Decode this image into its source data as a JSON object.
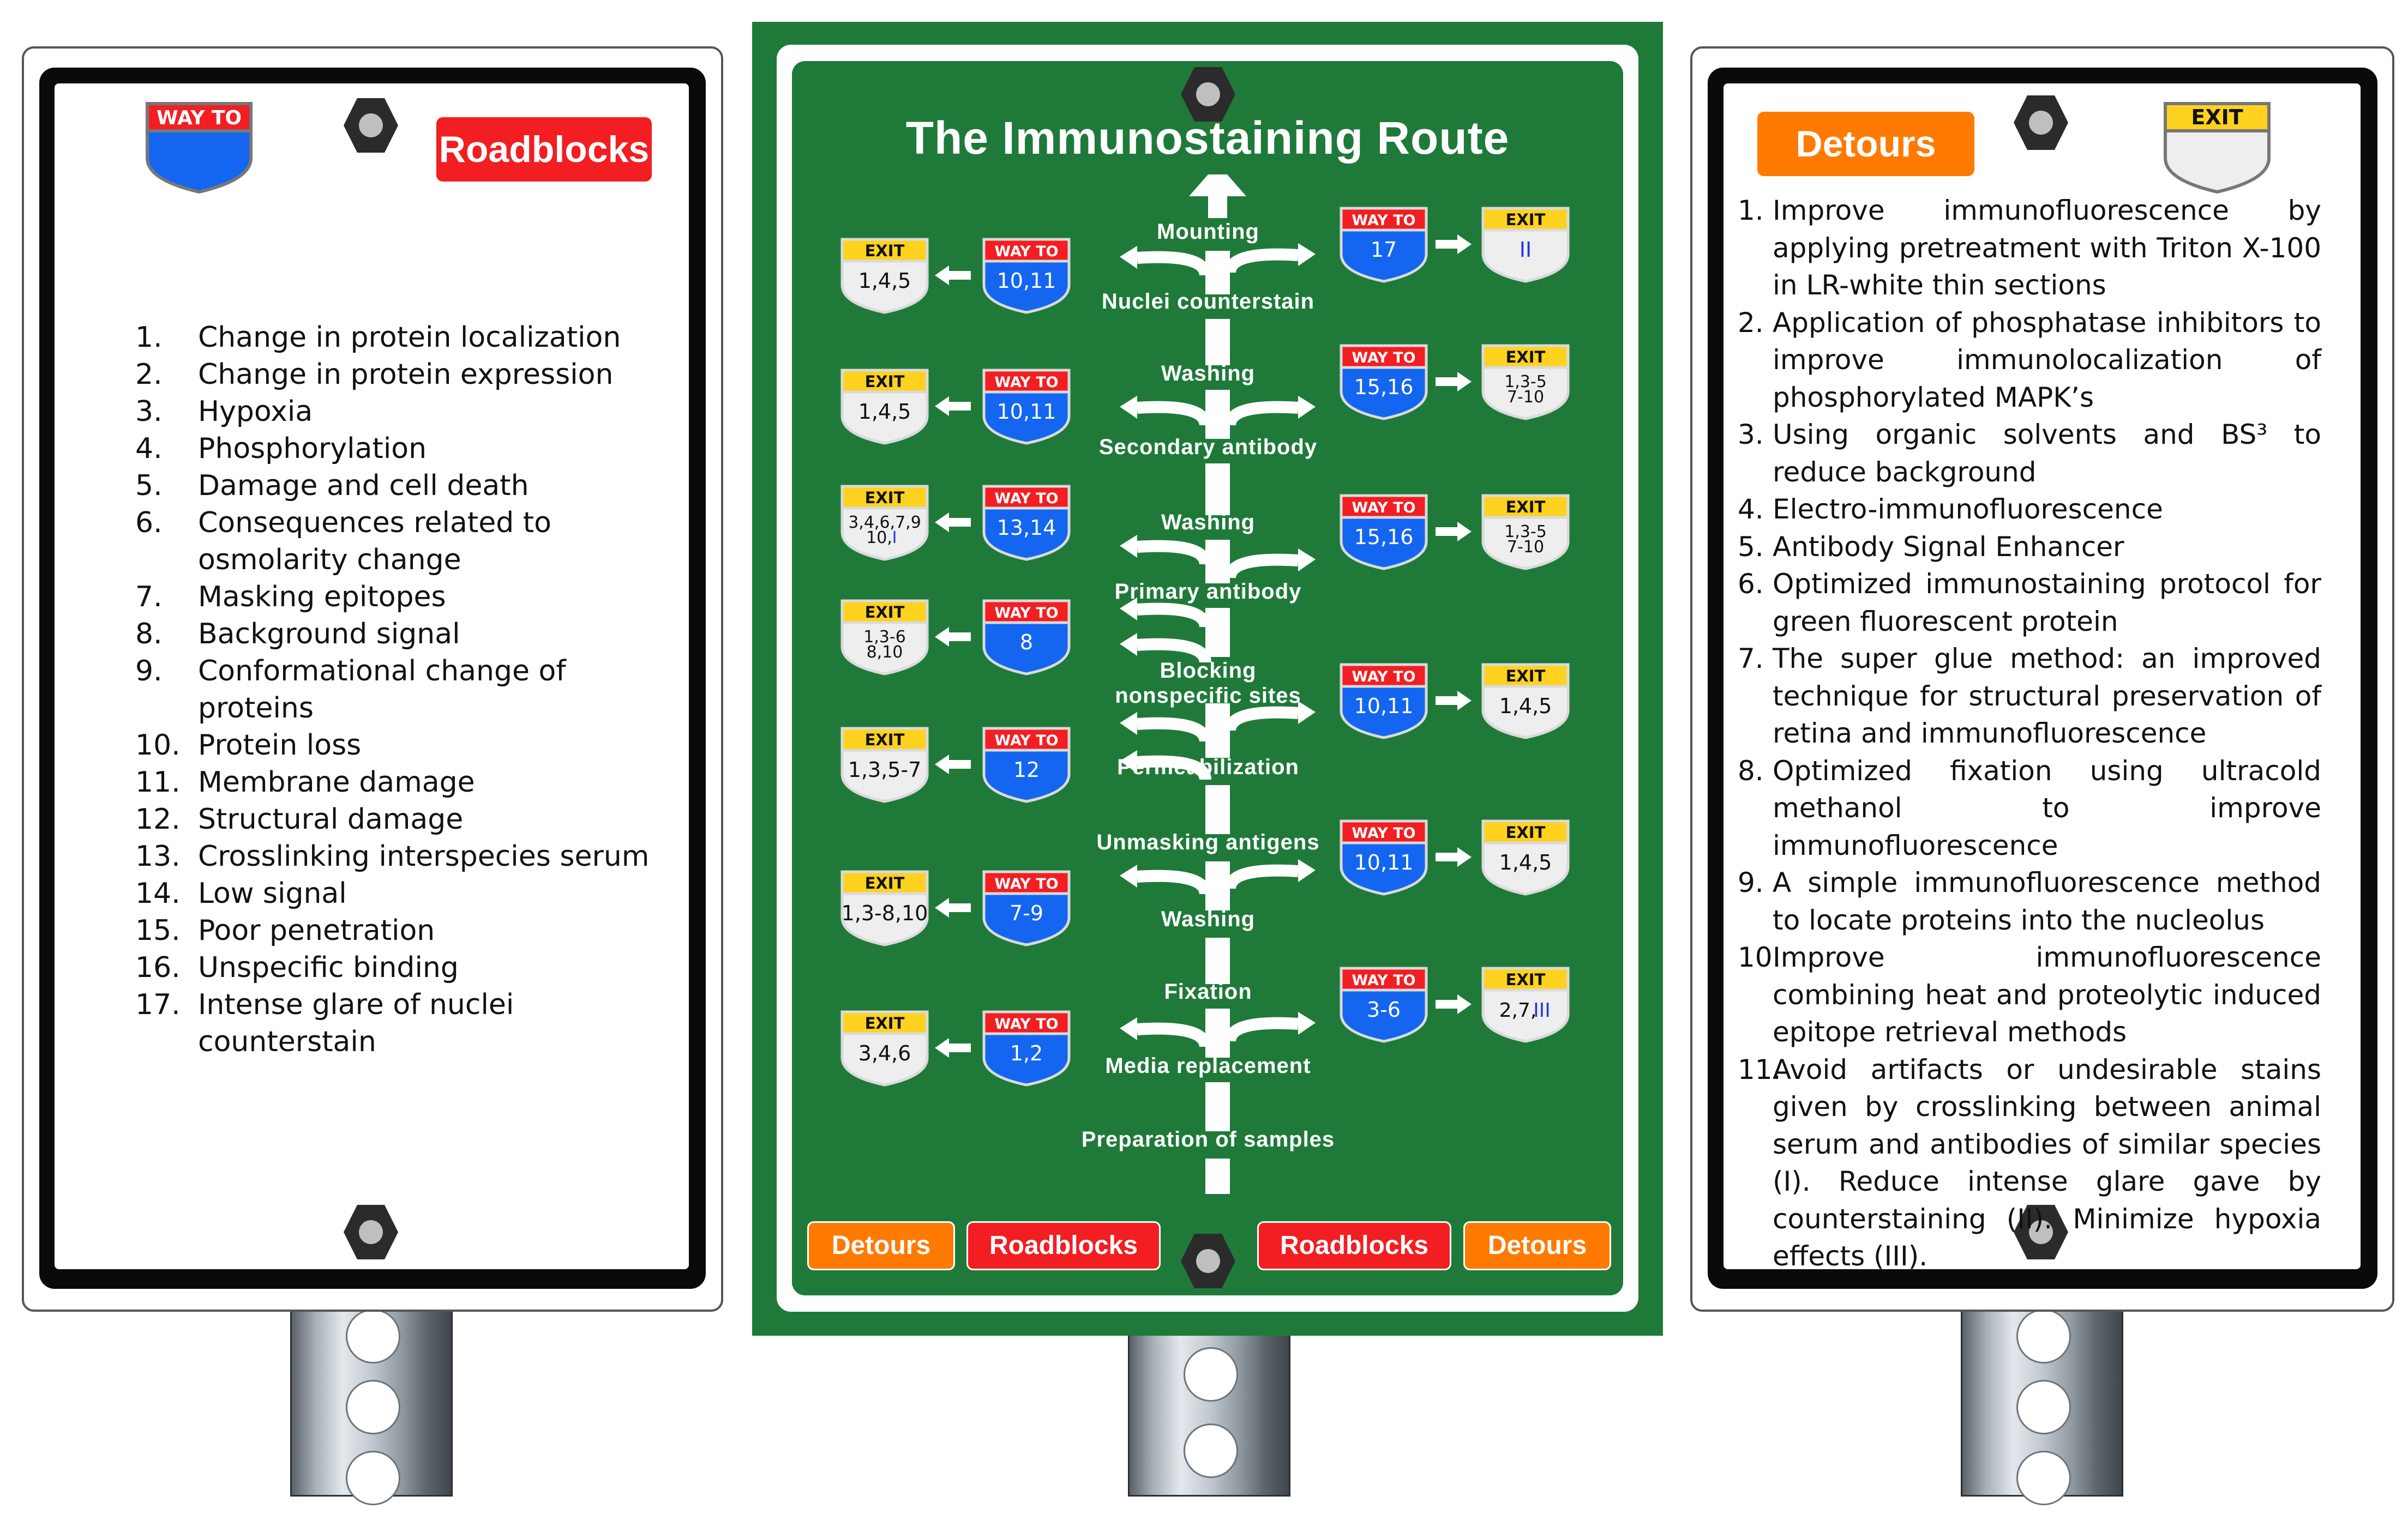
{
  "center": {
    "title": "The Immunostaining Route",
    "steps": [
      "Mounting",
      "Nuclei counterstain",
      "Washing",
      "Secondary antibody",
      "Washing",
      "Primary antibody",
      "Blocking nonspecific sites",
      "Permeabilization",
      "Unmasking antigens",
      "Washing",
      "Fixation",
      "Media replacement",
      "Preparation of samples"
    ],
    "left_signs": [
      {
        "way": "10,11",
        "exit": "1,4,5"
      },
      {
        "way": "10,11",
        "exit": "1,4,5"
      },
      {
        "way": "13,14",
        "exit_line1": "3,4,6,7,9",
        "exit_line2": "10,",
        "exit_roman": "I"
      },
      {
        "way": "8",
        "exit_line1": "1,3-6",
        "exit_line2": "8,10"
      },
      {
        "way": "12",
        "exit": "1,3,5-7"
      },
      {
        "way": "7-9",
        "exit": "1,3-8,10"
      },
      {
        "way": "1,2",
        "exit": "3,4,6"
      }
    ],
    "right_signs": [
      {
        "way": "17",
        "exit_roman": "II"
      },
      {
        "way": "15,16",
        "exit_line1": "1,3-5",
        "exit_line2": "7-10"
      },
      {
        "way": "15,16",
        "exit_line1": "1,3-5",
        "exit_line2": "7-10"
      },
      {
        "way": "10,11",
        "exit": "1,4,5"
      },
      {
        "way": "10,11",
        "exit": "1,4,5"
      },
      {
        "way": "3-6",
        "exit": "2,7,",
        "exit_roman": "III"
      }
    ],
    "shield_top": "WAY TO",
    "exit_top": "EXIT",
    "buttons": [
      "Detours",
      "Roadblocks",
      "Roadblocks",
      "Detours"
    ]
  },
  "left_panel": {
    "shield_label": "WAY TO",
    "header": "Roadblocks",
    "items": [
      {
        "num": "1.",
        "text": "Change in protein localization"
      },
      {
        "num": "2.",
        "text": "Change in protein expression"
      },
      {
        "num": "3.",
        "text": "Hypoxia"
      },
      {
        "num": "4.",
        "text": "Phosphorylation"
      },
      {
        "num": "5.",
        "text": "Damage and cell death"
      },
      {
        "num": "6.",
        "text": "Consequences related to osmolarity change"
      },
      {
        "num": "7.",
        "text": "Masking epitopes"
      },
      {
        "num": "8.",
        "text": "Background signal"
      },
      {
        "num": "9.",
        "text": "Conformational change of proteins"
      },
      {
        "num": "10.",
        "text": "Protein loss"
      },
      {
        "num": "11.",
        "text": "Membrane damage"
      },
      {
        "num": "12.",
        "text": "Structural damage"
      },
      {
        "num": "13.",
        "text": "Crosslinking interspecies serum"
      },
      {
        "num": "14.",
        "text": "Low signal"
      },
      {
        "num": "15.",
        "text": "Poor penetration"
      },
      {
        "num": "16.",
        "text": "Unspecific binding"
      },
      {
        "num": "17.",
        "text": "Intense glare of nuclei counterstain"
      }
    ]
  },
  "right_panel": {
    "header": "Detours",
    "exit_label": "EXIT",
    "items": [
      {
        "num": "1.",
        "text": "Improve immunofluorescence by applying pretreatment with Triton X-100 in LR-white thin sections"
      },
      {
        "num": "2.",
        "text": "Application of phosphatase inhibitors to improve immunolocalization of phosphorylated MAPK’s"
      },
      {
        "num": "3.",
        "text": "Using organic solvents and BS³ to reduce background"
      },
      {
        "num": "4.",
        "text": "Electro-immunofluorescence"
      },
      {
        "num": "5.",
        "text": "Antibody Signal Enhancer"
      },
      {
        "num": "6.",
        "text": "Optimized immunostaining protocol for green fluorescent protein"
      },
      {
        "num": "7.",
        "text": "The super glue method: an improved technique for structural preservation of retina and immunofluorescence"
      },
      {
        "num": "8.",
        "text": "Optimized fixation using ultracold methanol to improve immunofluorescence"
      },
      {
        "num": "9.",
        "text": "A simple immunofluorescence method to locate proteins into the nucleolus"
      },
      {
        "num": "10.",
        "text": "Improve immunofluorescence combining heat and proteolytic induced epitope retrieval methods"
      },
      {
        "num": "11.",
        "text": "Avoid artifacts or undesirable stains given by crosslinking between animal serum and antibodies of similar species (I). Reduce intense glare gave by counterstaining (II). Minimize hypoxia effects (III)."
      }
    ]
  },
  "colors": {
    "sign_green": "#1f7a3a",
    "road_white": "#ffffff",
    "roadblock_red": "#f21e22",
    "detour_orange": "#ff7a00",
    "shield_blue": "#1466f0",
    "exit_yellow": "#ffd21f",
    "roman_blue": "#1e3ad8"
  }
}
